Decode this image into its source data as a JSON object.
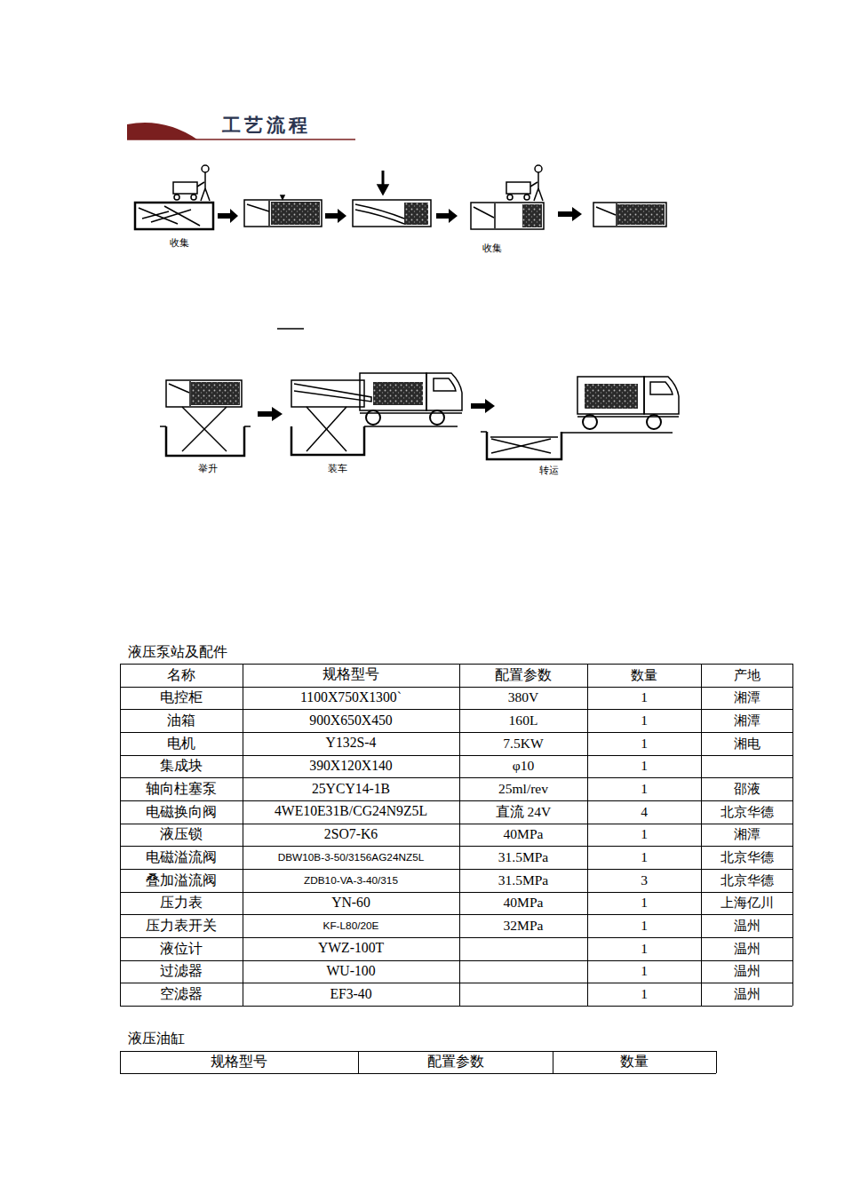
{
  "diagram": {
    "title": "工艺流程",
    "labels": [
      "收集",
      "收集",
      "举升",
      "装车",
      "转运",
      "液压泵站及配件",
      "名称",
      "规格型号",
      "配置参数",
      "数量",
      "产地",
      "电控柜",
      "1100X750X1300`",
      "380V",
      "1",
      "湘潭",
      "油箱",
      "900X650X450",
      "160L",
      "1",
      "湘潭",
      "电机",
      "Y132S-4",
      "7.5KW",
      "1",
      "湘电",
      "集成块",
      "390X120X140",
      "φ10",
      "1",
      "轴向柱塞泵",
      "25YCY14-1B",
      "25ml/rev",
      "1",
      "邵液",
      "电磁换向阀",
      "4WE10E31B/CG24N9Z5L",
      "直流 24V",
      "4",
      "北京华德",
      "液压锁",
      "2SO7-K6",
      "40MPa",
      "1",
      "湘潭",
      "电磁溢流阀",
      "DBW10B-3-50/3156AG24NZ5L",
      "31.5MPa",
      "1",
      "北京华德",
      "叠加溢流阀",
      "ZDB10-VA-3-40/315",
      "31.5MPa",
      "3",
      "北京华德",
      "压力表",
      "YN-60",
      "40MPa",
      "1",
      "上海亿川",
      "压力表开关",
      "KF-L80/20E",
      "32MPa",
      "1",
      "温州",
      "液位计",
      "YWZ-100T",
      "1",
      "温州",
      "过滤器",
      "WU-100",
      "1",
      "温州",
      "空滤器",
      "EF3-40",
      "1",
      "温州",
      "液压油缸",
      "规格型号",
      "配置参数",
      "数量"
    ]
  }
}
